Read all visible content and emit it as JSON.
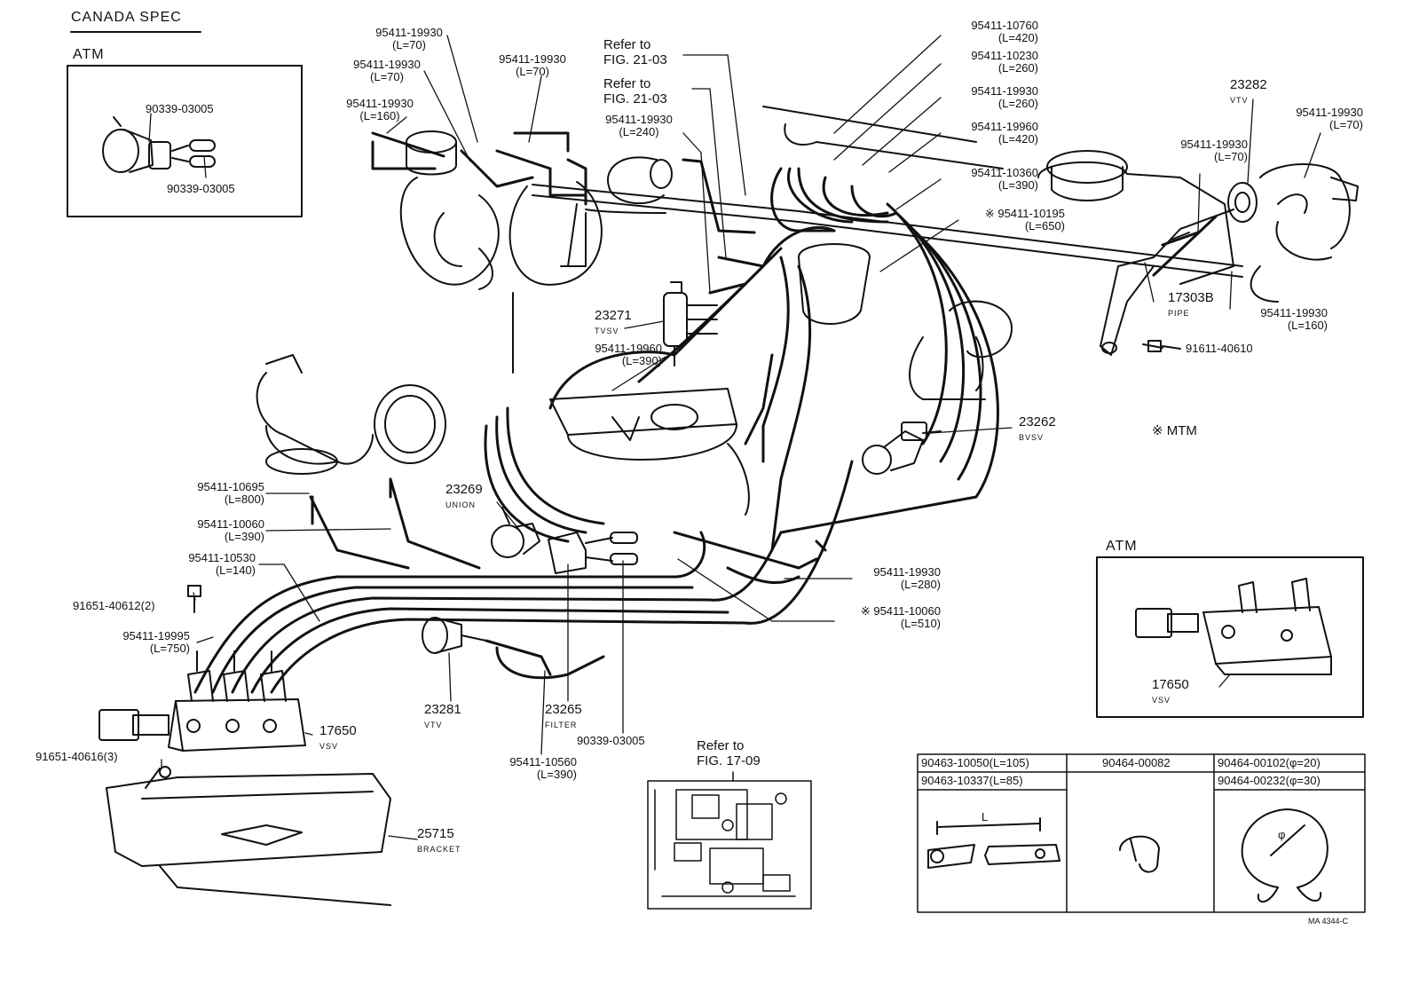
{
  "header": {
    "title": "CANADA SPEC"
  },
  "atm_inset_top": {
    "title": "ATM",
    "part_a": "90339-03005",
    "part_b": "90339-03005"
  },
  "atm_inset_right": {
    "title": "ATM",
    "part": "17650",
    "part_sub": "VSV"
  },
  "mtm_note": "※ MTM",
  "refs": {
    "fig2103_a": [
      "Refer to",
      "FIG. 21-03"
    ],
    "fig2103_b": [
      "Refer to",
      "FIG. 21-03"
    ],
    "fig1709": [
      "Refer to",
      "FIG. 17-09"
    ]
  },
  "hoses": [
    {
      "id": "h1",
      "part": "95411-19930",
      "len": "(L=70)"
    },
    {
      "id": "h2",
      "part": "95411-19930",
      "len": "(L=70)"
    },
    {
      "id": "h3",
      "part": "95411-19930",
      "len": "(L=70)"
    },
    {
      "id": "h4",
      "part": "95411-19930",
      "len": "(L=160)"
    },
    {
      "id": "h5",
      "part": "95411-19930",
      "len": "(L=240)"
    },
    {
      "id": "h6",
      "part": "95411-10760",
      "len": "(L=420)"
    },
    {
      "id": "h7",
      "part": "95411-10230",
      "len": "(L=260)"
    },
    {
      "id": "h8",
      "part": "95411-19930",
      "len": "(L=260)"
    },
    {
      "id": "h9",
      "part": "95411-19960",
      "len": "(L=420)"
    },
    {
      "id": "h10",
      "part": "95411-10360",
      "len": "(L=390)"
    },
    {
      "id": "h11",
      "part": "※ 95411-10195",
      "len": "(L=650)"
    },
    {
      "id": "h12",
      "part": "95411-19930",
      "len": "(L=70)"
    },
    {
      "id": "h13",
      "part": "95411-19930",
      "len": "(L=70)"
    },
    {
      "id": "h14",
      "part": "95411-19930",
      "len": "(L=160)"
    },
    {
      "id": "h15",
      "part": "95411-19960",
      "len": "(L=390)"
    },
    {
      "id": "h16",
      "part": "95411-10695",
      "len": "(L=800)"
    },
    {
      "id": "h17",
      "part": "95411-10060",
      "len": "(L=390)"
    },
    {
      "id": "h18",
      "part": "95411-10530",
      "len": "(L=140)"
    },
    {
      "id": "h19",
      "part": "95411-19995",
      "len": "(L=750)"
    },
    {
      "id": "h20",
      "part": "95411-19930",
      "len": "(L=280)"
    },
    {
      "id": "h21",
      "part": "※ 95411-10060",
      "len": "(L=510)"
    },
    {
      "id": "h22",
      "part": "95411-10560",
      "len": "(L=390)"
    }
  ],
  "parts": [
    {
      "id": "p23282",
      "part": "23282",
      "sub": "VTV"
    },
    {
      "id": "p23271",
      "part": "23271",
      "sub": "TVSV"
    },
    {
      "id": "p17303b",
      "part": "17303B",
      "sub": "PIPE"
    },
    {
      "id": "p23262",
      "part": "23262",
      "sub": "BVSV"
    },
    {
      "id": "p23269",
      "part": "23269",
      "sub": "UNION"
    },
    {
      "id": "p23281",
      "part": "23281",
      "sub": "VTV"
    },
    {
      "id": "p23265",
      "part": "23265",
      "sub": "FILTER"
    },
    {
      "id": "p17650",
      "part": "17650",
      "sub": "VSV"
    },
    {
      "id": "p25715",
      "part": "25715",
      "sub": "BRACKET"
    }
  ],
  "fasteners": {
    "bolt_91611": "91611-40610",
    "bolt_91651_612": "91651-40612(2)",
    "bolt_91651_616": "91651-40616(3)",
    "clip_90339": "90339-03005"
  },
  "clamp_table": {
    "row1": [
      "90463-10050(L=105)",
      "90464-00082",
      "90464-00102(φ=20)"
    ],
    "row2_left": "90463-10337(L=85)",
    "row2_right": "90464-00232(φ=30)",
    "dim_label": "L",
    "dia_label": "φ"
  },
  "footer_code": "MA 4344-C"
}
